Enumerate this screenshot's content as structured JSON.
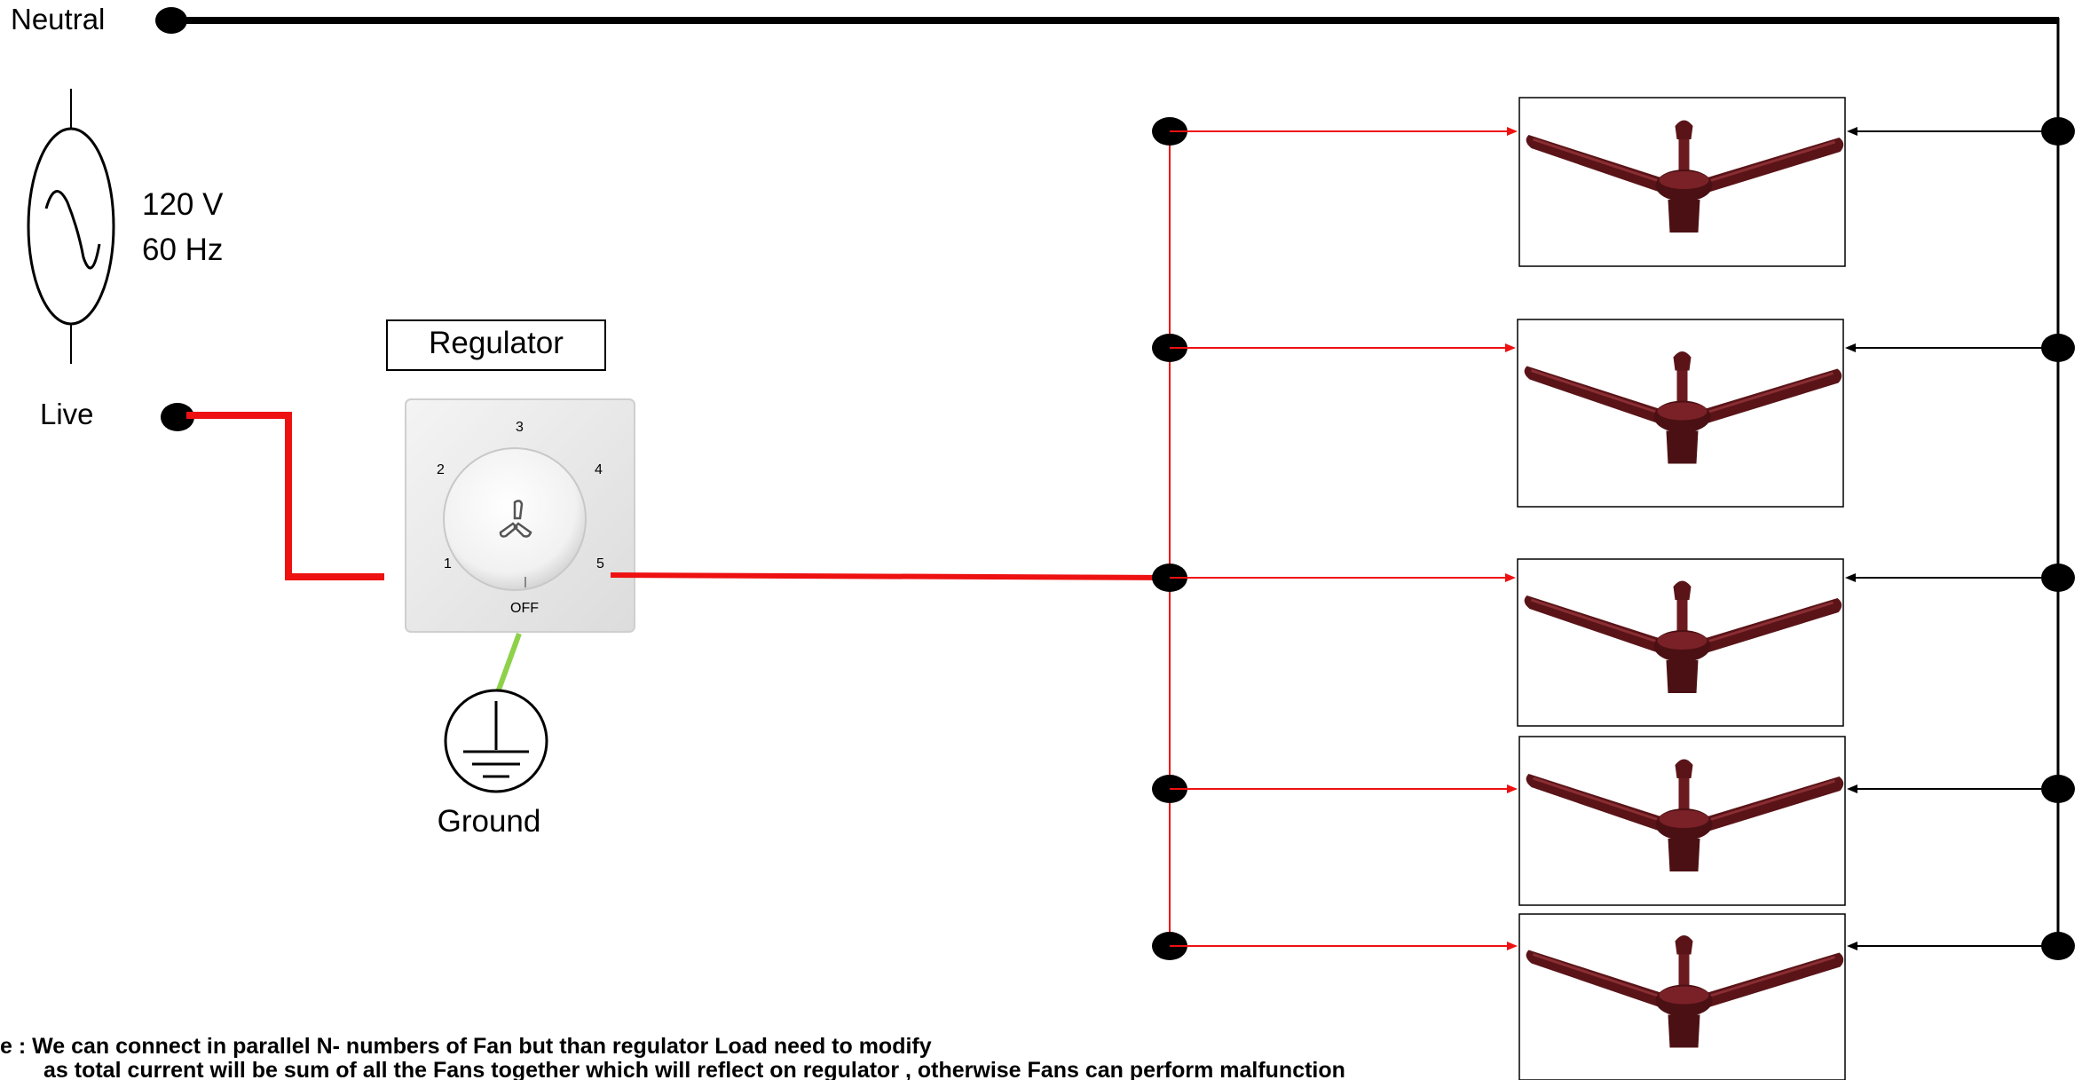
{
  "labels": {
    "neutral": "Neutral",
    "live": "Live",
    "voltage": "120 V",
    "frequency": "60 Hz",
    "regulator": "Regulator",
    "ground": "Ground"
  },
  "regulator": {
    "dial_numbers": [
      "1",
      "2",
      "3",
      "4",
      "5"
    ],
    "off_label": "OFF"
  },
  "fans": [
    {
      "id": "fan-1"
    },
    {
      "id": "fan-2"
    },
    {
      "id": "fan-3"
    },
    {
      "id": "fan-4"
    },
    {
      "id": "fan-5"
    }
  ],
  "note": {
    "line1": "e : We can connect in parallel N- numbers of Fan but than regulator Load need to modify",
    "line2": "as total current will be sum of all the Fans together which will reflect on regulator , otherwise Fans can perform malfunction"
  },
  "colors": {
    "live_wire": "#ee1111",
    "neutral_wire": "#000000",
    "ground_wire": "#8ed14a",
    "node": "#000000",
    "fan_body": "#5a1418",
    "regulator_plate": "#ececec"
  }
}
